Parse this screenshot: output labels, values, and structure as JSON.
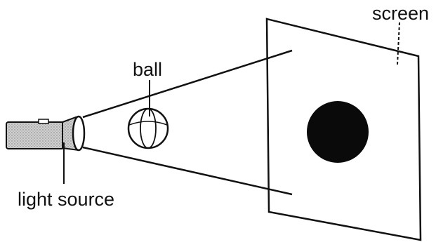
{
  "labels": {
    "screen": "screen",
    "ball": "ball",
    "light_source": "light source"
  },
  "colors": {
    "ink": "#111111",
    "flashlight_fill": "#bdbdbd",
    "shadow": "#0a0a0a",
    "background": "#ffffff"
  }
}
